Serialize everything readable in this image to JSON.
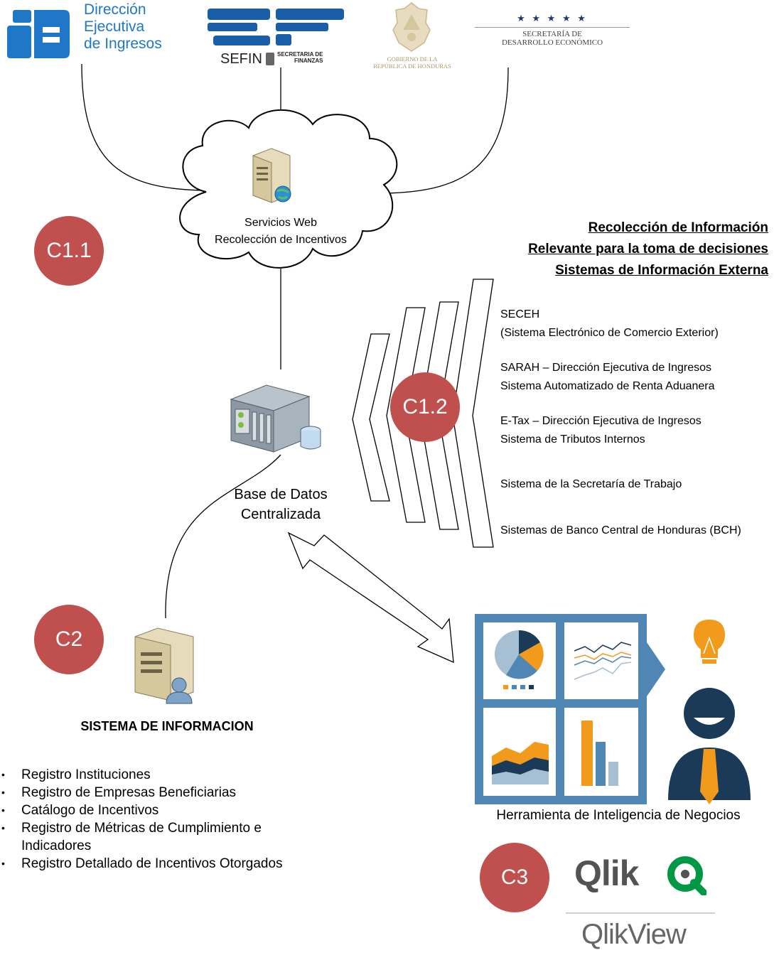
{
  "logos": {
    "dei_lines": [
      "Dirección",
      "Ejecutiva",
      "de Ingresos"
    ],
    "sefin_mark": "SEFIN",
    "sefin_sub": [
      "SECRETARIA DE",
      "FINANZAS"
    ],
    "gobierno": [
      "GOBIERNO DE LA",
      "REPÚBLICA DE HONDURAS"
    ],
    "desarrollo_stars": "★ ★ ★ ★ ★",
    "desarrollo": [
      "SECRETARÍA DE",
      "DESARROLLO ECONÓMICO"
    ]
  },
  "cloud": {
    "line1": "Servicios Web",
    "line2": "Recolección de Incentivos"
  },
  "badges": {
    "c11": "C1.1",
    "c12": "C1.2",
    "c2": "C2",
    "c3": "C3"
  },
  "database": {
    "line1": "Base de Datos",
    "line2": "Centralizada"
  },
  "external": {
    "title": [
      "Recolección de Información",
      "Relevante para la toma de decisiones",
      "Sistemas de Información Externa"
    ],
    "items": [
      {
        "line1": "SECEH",
        "line2": "(Sistema Electrónico de Comercio Exterior)"
      },
      {
        "line1": "SARAH – Dirección Ejecutiva de Ingresos",
        "line2": "Sistema Automatizado de Renta Aduanera"
      },
      {
        "line1": "E-Tax – Dirección Ejecutiva de Ingresos",
        "line2": "Sistema de Tributos Internos"
      },
      {
        "line1": "Sistema de la Secretaría de Trabajo",
        "line2": ""
      },
      {
        "line1": "Sistemas de Banco Central de Honduras (BCH)",
        "line2": ""
      }
    ]
  },
  "sistema": {
    "title": "SISTEMA DE INFORMACION",
    "items": [
      "Registro Instituciones",
      "Registro de Empresas Beneficiarias",
      "Catálogo de Incentivos",
      "Registro de Métricas de Cumplimiento e Indicadores",
      "Registro Detallado de Incentivos Otorgados"
    ]
  },
  "bi": {
    "caption": "Herramienta de Inteligencia de Negocios",
    "qlik": "Qlik",
    "qlikview": "QlikView"
  },
  "colors": {
    "badge": "#c0504d",
    "dei_blue": "#1f77c8",
    "sefin_blue": "#1a5ea8",
    "dash_frame": "#4f86b3",
    "orange": "#f29a1c",
    "qlik_green": "#009845",
    "person_navy": "#1b3a57"
  }
}
